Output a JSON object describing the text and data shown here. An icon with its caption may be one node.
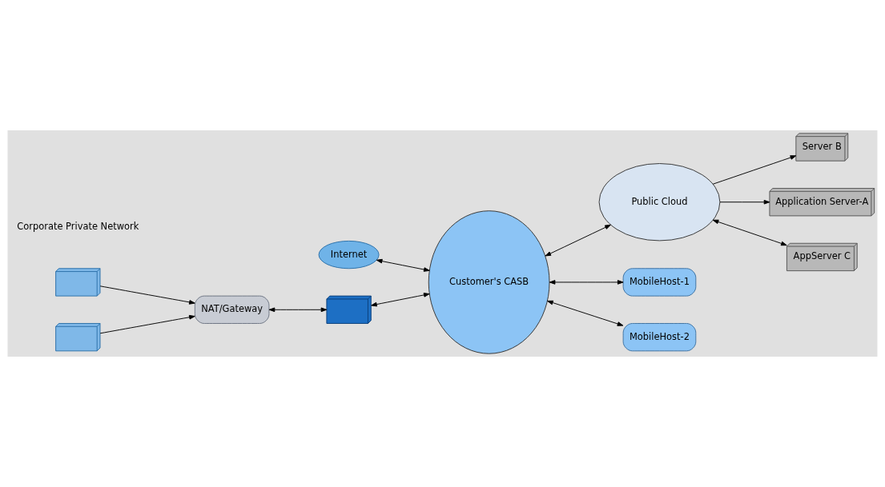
{
  "diagram": {
    "nodes": [
      {
        "text": [
          "Internet"
        ]
      },
      {
        "text": [],
        "shape": "picture"
      },
      {
        "text": [],
        "shape": "picture"
      },
      {
        "text": [
          "NAT/Gateway"
        ]
      },
      {
        "text": [],
        "shape": "picture"
      },
      {
        "text": [
          "Customer's CASB"
        ]
      },
      {
        "text": [
          "Public Cloud"
        ]
      },
      {
        "text": [
          "Server B"
        ]
      },
      {
        "text": [
          "Application Server-A"
        ]
      },
      {
        "text": [
          "AppServer C"
        ]
      },
      {
        "text": [
          "MobileHost-1"
        ]
      },
      {
        "text": [
          "MobileHost-2"
        ]
      }
    ],
    "edges": [
      {
        "from": 1,
        "to": 3,
        "arrow": "to"
      },
      {
        "from": 2,
        "to": 3,
        "arrow": "to"
      },
      {
        "from": 3,
        "to": 4,
        "arrow": "both"
      },
      {
        "from": 4,
        "to": 5,
        "arrow": "both"
      },
      {
        "from": 0,
        "to": 5,
        "arrow": "both"
      },
      {
        "from": 5,
        "to": 6,
        "arrow": "both"
      },
      {
        "from": 6,
        "to": 7,
        "arrow": "to"
      },
      {
        "from": 6,
        "to": 8,
        "arrow": "to"
      },
      {
        "from": 6,
        "to": 9,
        "arrow": "both"
      },
      {
        "from": 5,
        "to": 10,
        "arrow": "both"
      },
      {
        "from": 5,
        "to": 11,
        "arrow": "both"
      }
    ],
    "labels": [
      "Corporate Private Network"
    ]
  }
}
